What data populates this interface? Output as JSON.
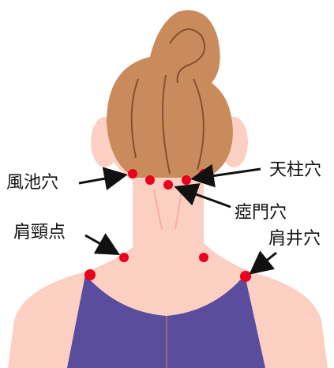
{
  "colors": {
    "skin": "#fbd0c3",
    "skin_shadow": "#f2b1a1",
    "hair": "#c98b5c",
    "hair_line": "#8a4e2e",
    "tank_top": "#5a4d9d",
    "point": "#e8001c",
    "arrow": "#111111"
  },
  "labels": {
    "fuchi": "風池穴",
    "tenchu": "天柱穴",
    "amon": "瘂門穴",
    "kenkei": "肩頸点",
    "kensei": "肩井穴"
  },
  "icons": {
    "figure": "person-back-of-neck",
    "point": "red-dot-marker",
    "pointer": "arrow"
  }
}
